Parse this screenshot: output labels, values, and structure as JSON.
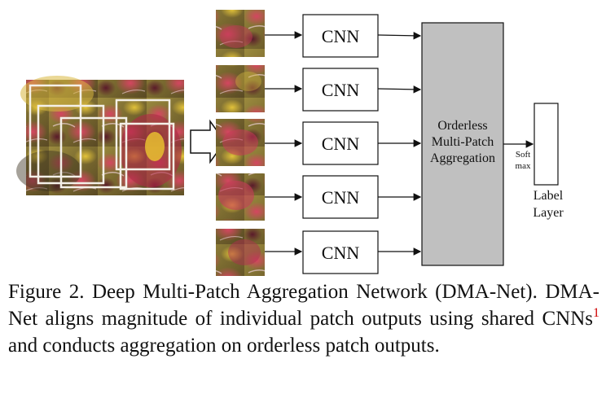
{
  "diagram": {
    "cnn_label": "CNN",
    "aggregation_lines": [
      "Orderless",
      "Multi-Patch",
      "Aggregation"
    ],
    "softmax_lines": [
      "Soft",
      "max"
    ],
    "label_layer_lines": [
      "Label",
      "Layer"
    ],
    "colors": {
      "aggregation_fill": "#c0c0c0",
      "patch_frame": "#f4f0e8",
      "background_olive": "#8a7a3a",
      "foliage_red": "#b0304a",
      "foliage_pink": "#d86070"
    }
  },
  "caption": {
    "part1": "Figure 2. Deep Multi-Patch Aggregation Network (DMA-Net). DMA-Net aligns magnitude of individual patch outputs using shared CNNs",
    "footnote": "1",
    "part2": " and conducts aggregation on orderless patch outputs."
  }
}
